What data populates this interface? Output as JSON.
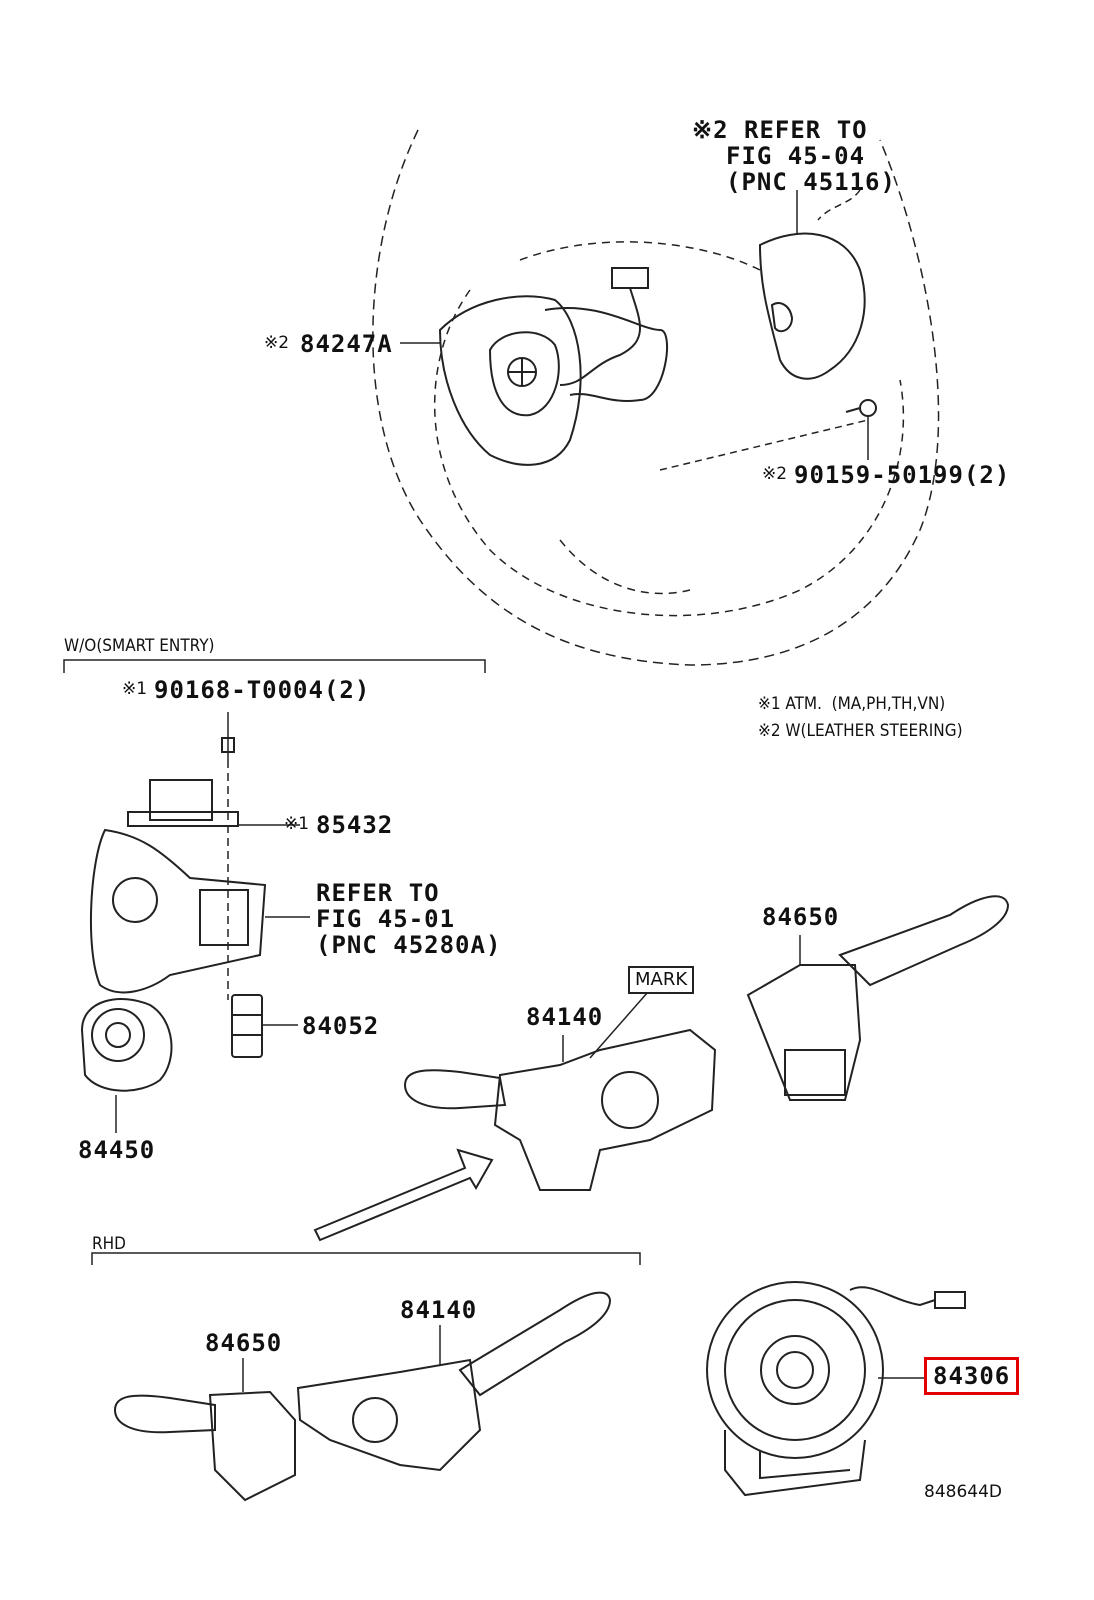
{
  "notes": {
    "ref_header": "※2 REFER TO",
    "ref_fig": "FIG 45-04",
    "ref_pnc": "(PNC 45116)",
    "note1": "※1 ATM.  (MA,PH,TH,VN)",
    "note2": "※2 W(LEATHER STEERING)"
  },
  "sections": {
    "wo_smart_entry": "W/O(SMART ENTRY)",
    "rhd": "RHD"
  },
  "parts": {
    "p84247a_mark": "※2",
    "p84247a": "84247A",
    "p90159_mark": "※2",
    "p90159": "90159-50199(2)",
    "p90168_mark": "※1",
    "p90168": "90168-T0004(2)",
    "p85432_mark": "※1",
    "p85432": "85432",
    "ref2_line1": "REFER TO",
    "ref2_line2": "FIG 45-01",
    "ref2_line3": "(PNC 45280A)",
    "p84052": "84052",
    "p84450": "84450",
    "p84650_lhd": "84650",
    "p84140_lhd": "84140",
    "mark": "MARK",
    "p84650_rhd": "84650",
    "p84140_rhd": "84140",
    "p84306": "84306"
  },
  "figure_id": "848644D",
  "colors": {
    "line": "#222222",
    "highlight": "#e30000"
  }
}
